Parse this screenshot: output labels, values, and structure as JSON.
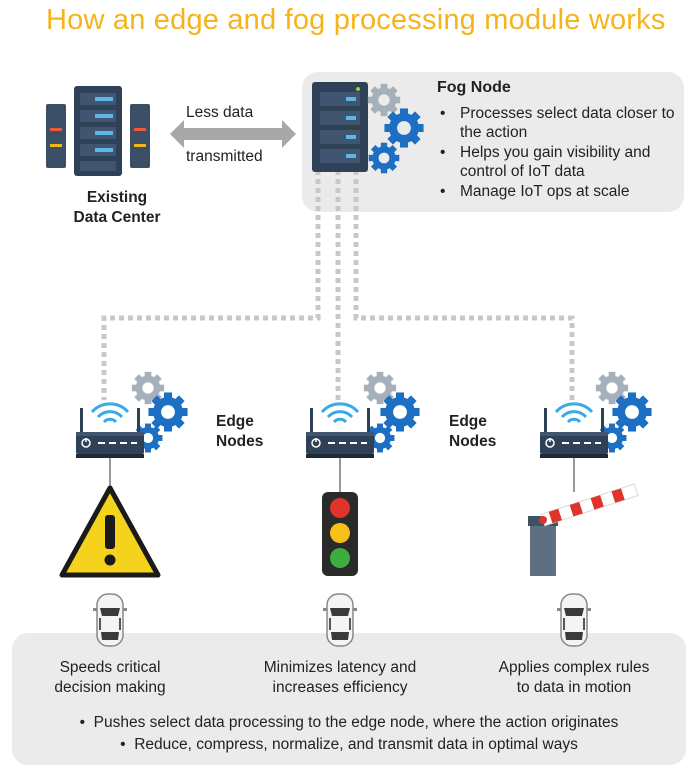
{
  "title": "How an edge and fog processing module works",
  "fog_node": {
    "title": "Fog Node",
    "bullets": [
      "Processes select data closer to the action",
      "Helps you gain visibility and control of IoT data",
      "Manage IoT ops at scale"
    ]
  },
  "data_center": {
    "label_line1": "Existing",
    "label_line2": "Data Center"
  },
  "arrow": {
    "top": "Less data",
    "bottom": "transmitted"
  },
  "edge_labels": [
    {
      "line1": "Edge",
      "line2": "Nodes"
    },
    {
      "line1": "Edge",
      "line2": "Nodes"
    }
  ],
  "captions": [
    {
      "line1": "Speeds critical",
      "line2": "decision making"
    },
    {
      "line1": "Minimizes latency and",
      "line2": "increases efficiency"
    },
    {
      "line1": "Applies complex rules",
      "line2": "to data in motion"
    }
  ],
  "bottom_bullets": [
    "Pushes select data processing to the edge node, where the action originates",
    "Reduce, compress, normalize, and transmit data in optimal ways"
  ],
  "icons": [
    "server-rack-icon",
    "fog-server-icon",
    "gear-icon",
    "router-icon",
    "wifi-icon",
    "warning-sign-icon",
    "traffic-light-icon",
    "barrier-gate-icon",
    "car-icon",
    "double-arrow-icon"
  ],
  "colors": {
    "title": "#f5b31c",
    "panel": "#ebebeb",
    "gear_blue": "#1c6fc3",
    "gear_gray": "#a6b0ba",
    "wifi": "#39a9e8",
    "connector": "#c8c8c8"
  }
}
